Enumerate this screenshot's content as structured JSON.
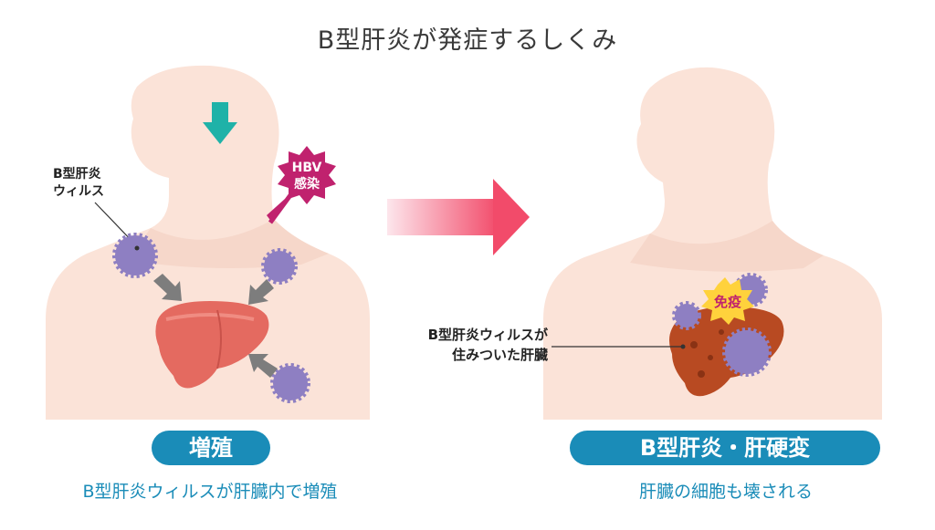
{
  "title": "B型肝炎が発症するしくみ",
  "left": {
    "virus_label": "B型肝炎\nウィルス",
    "infection_badge_line1": "HBV",
    "infection_badge_line2": "感染",
    "stage_label": "増殖",
    "caption": "B型肝炎ウィルスが肝臓内で増殖"
  },
  "right": {
    "liver_label": "B型肝炎ウィルスが\n住みついた肝臓",
    "immune_badge": "免疫",
    "stage_label": "B型肝炎・肝硬変",
    "caption": "肝臓の細胞も壊される"
  },
  "colors": {
    "skin": "#fbe3d8",
    "skin_shade": "#f4d2c4",
    "liver_healthy": "#e46a60",
    "liver_damaged": "#b84a22",
    "virus": "#8e7fc2",
    "teal_arrow": "#1fb2a8",
    "hbv_badge": "#c0226e",
    "immune_badge": "#ffd23c",
    "accent_blue": "#1a8cb8",
    "pink_arrow": "#f2506f"
  }
}
